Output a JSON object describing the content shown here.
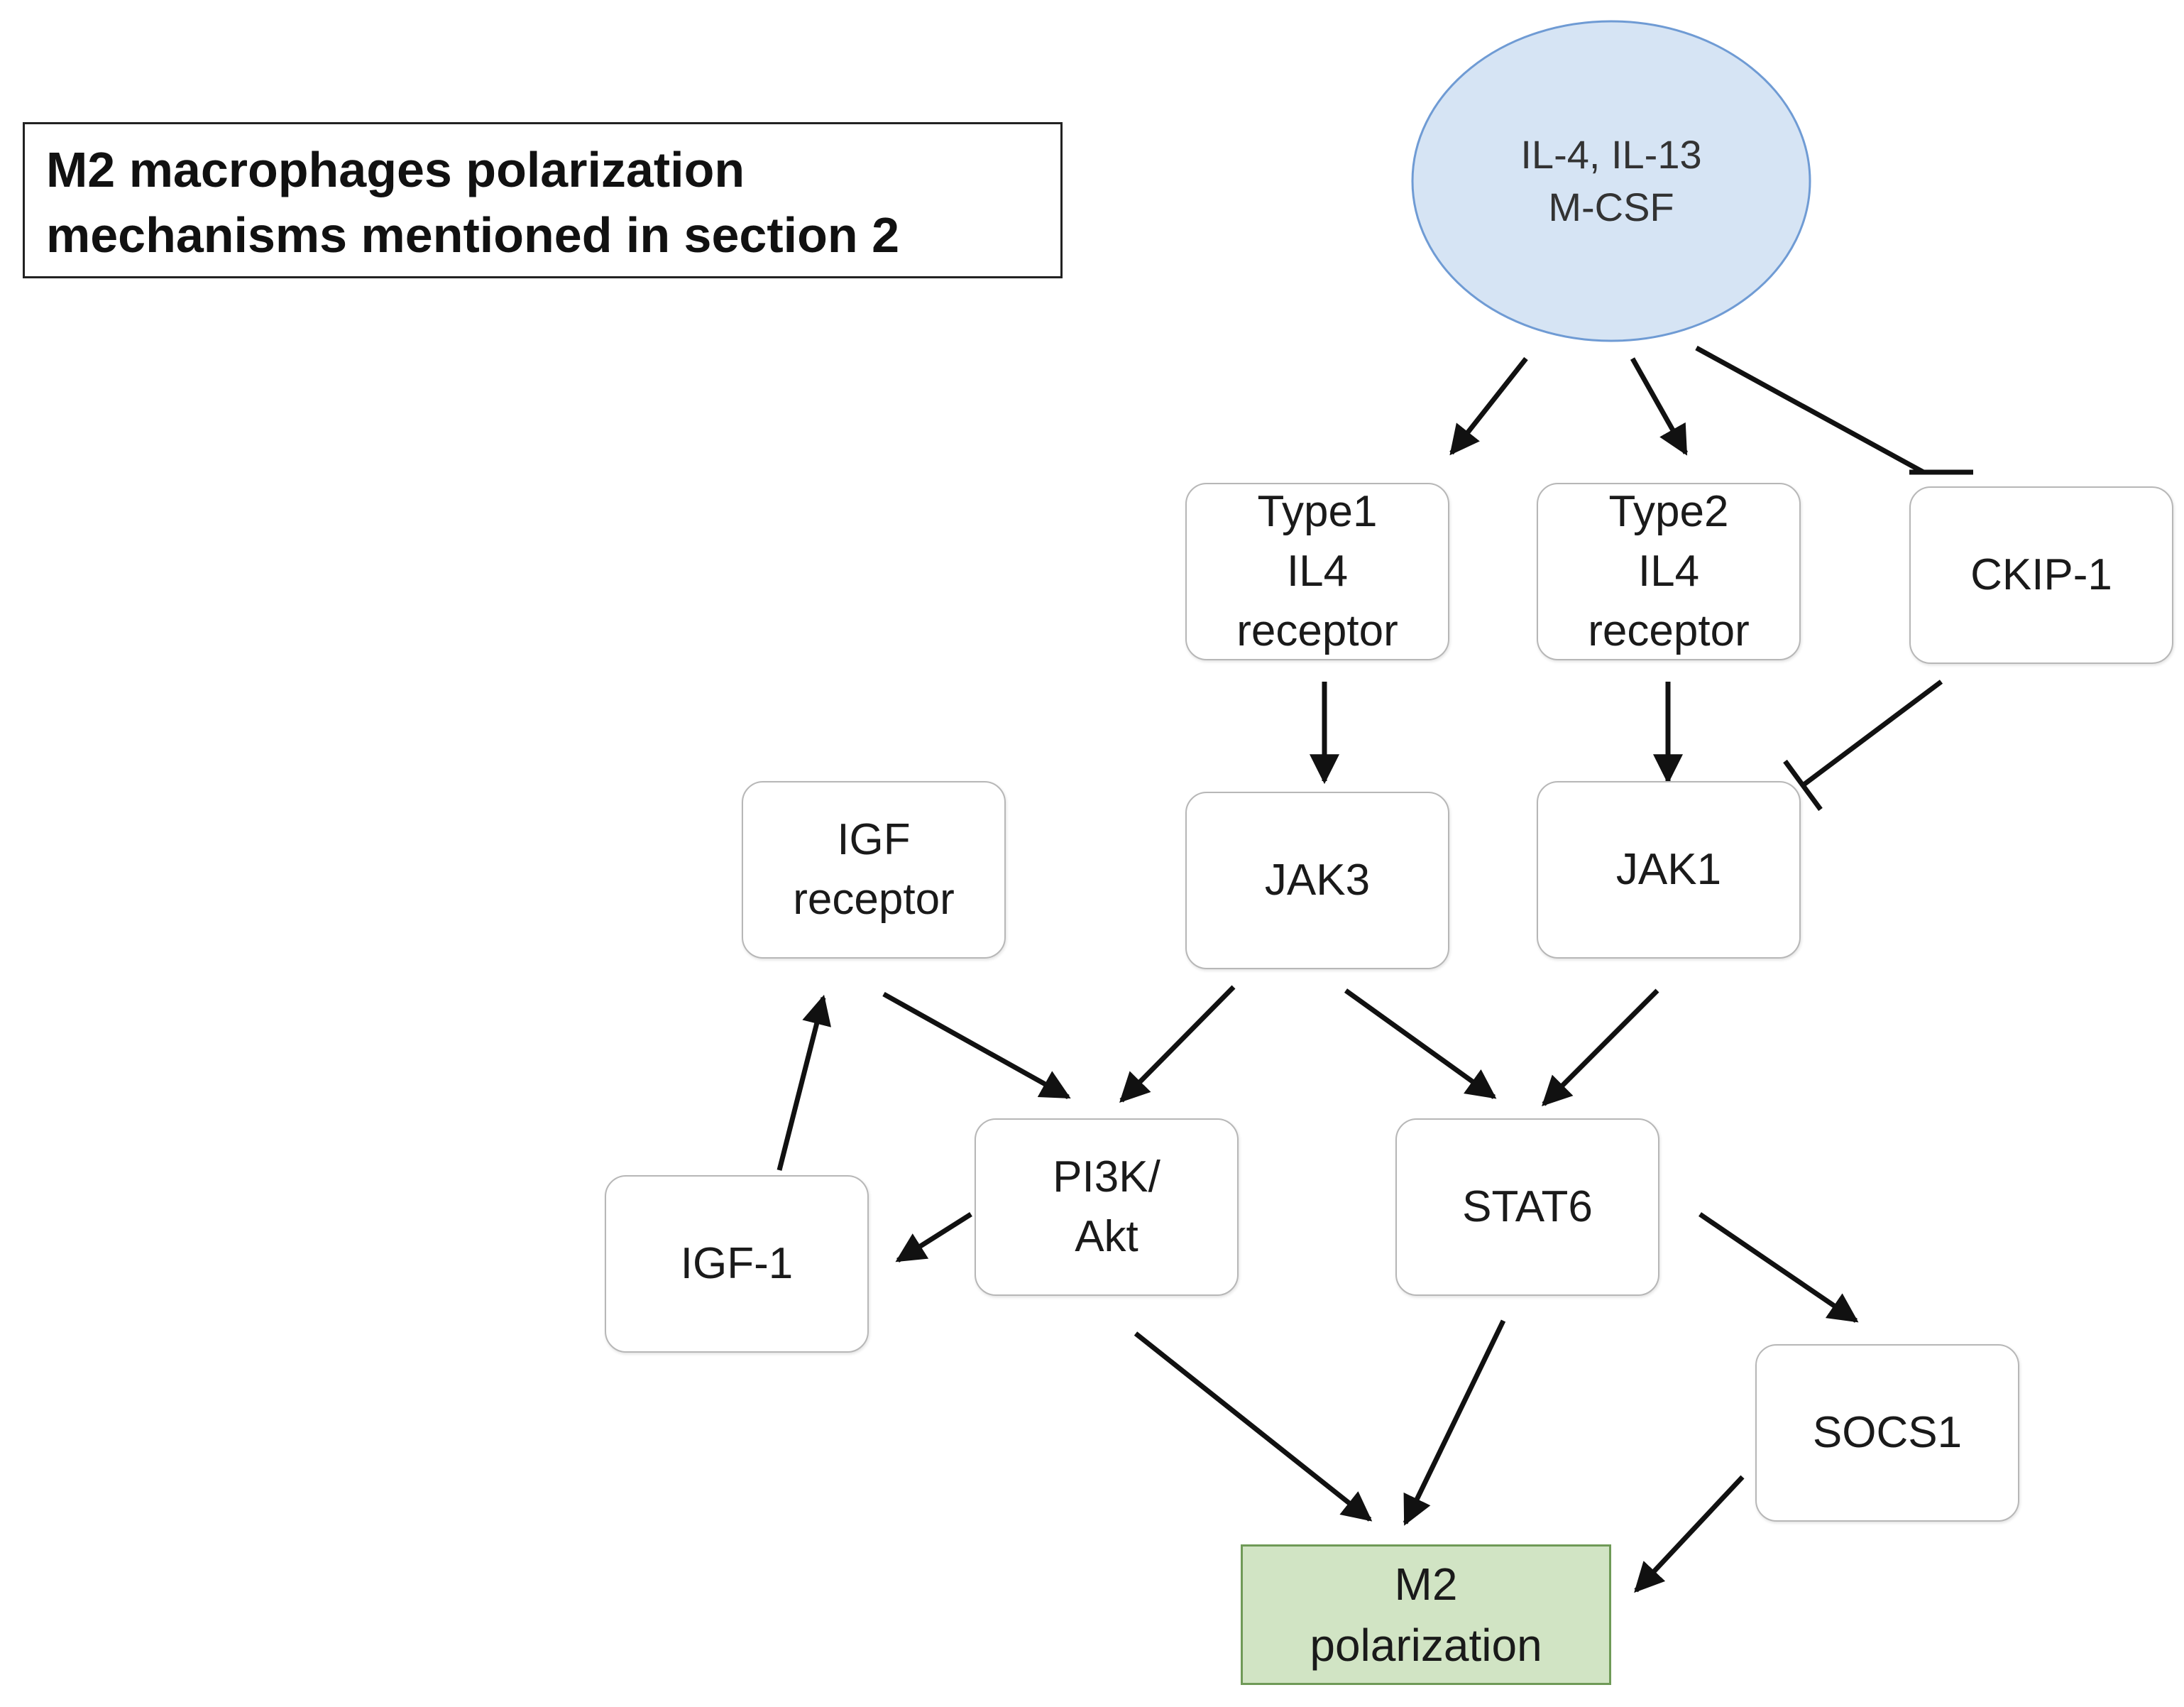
{
  "title": "M2 macrophages polarization\nmechanisms mentioned in section 2",
  "stimulus": "IL-4, IL-13\nM-CSF",
  "nodes": {
    "type1_il4_receptor": "Type1\nIL4\nreceptor",
    "type2_il4_receptor": "Type2\nIL4\nreceptor",
    "ckip1": "CKIP-1",
    "igf_receptor": "IGF\nreceptor",
    "jak3": "JAK3",
    "jak1": "JAK1",
    "pi3k_akt": "PI3K/\nAkt",
    "stat6": "STAT6",
    "igf1": "IGF-1",
    "socs1": "SOCS1",
    "m2_polarization": "M2\npolarization"
  },
  "edges": [
    {
      "from": "stimulus",
      "to": "type1_il4_receptor",
      "kind": "activation"
    },
    {
      "from": "stimulus",
      "to": "type2_il4_receptor",
      "kind": "activation"
    },
    {
      "from": "stimulus",
      "to": "ckip1",
      "kind": "inhibition"
    },
    {
      "from": "type1_il4_receptor",
      "to": "jak3",
      "kind": "activation"
    },
    {
      "from": "type2_il4_receptor",
      "to": "jak1",
      "kind": "activation"
    },
    {
      "from": "ckip1",
      "to": "jak1",
      "kind": "inhibition"
    },
    {
      "from": "igf_receptor",
      "to": "pi3k_akt",
      "kind": "activation"
    },
    {
      "from": "jak3",
      "to": "pi3k_akt",
      "kind": "activation"
    },
    {
      "from": "jak3",
      "to": "stat6",
      "kind": "activation"
    },
    {
      "from": "jak1",
      "to": "stat6",
      "kind": "activation"
    },
    {
      "from": "igf1",
      "to": "igf_receptor",
      "kind": "activation"
    },
    {
      "from": "pi3k_akt",
      "to": "igf1",
      "kind": "activation"
    },
    {
      "from": "pi3k_akt",
      "to": "m2_polarization",
      "kind": "activation"
    },
    {
      "from": "stat6",
      "to": "m2_polarization",
      "kind": "activation"
    },
    {
      "from": "stat6",
      "to": "socs1",
      "kind": "activation"
    },
    {
      "from": "socs1",
      "to": "m2_polarization",
      "kind": "activation"
    }
  ],
  "colors": {
    "stimulus_fill": "#d6e4f4",
    "stimulus_stroke": "#6f9bd4",
    "m2_fill": "#d1e4c4",
    "m2_stroke": "#6f9a57",
    "arrow": "#111111"
  }
}
